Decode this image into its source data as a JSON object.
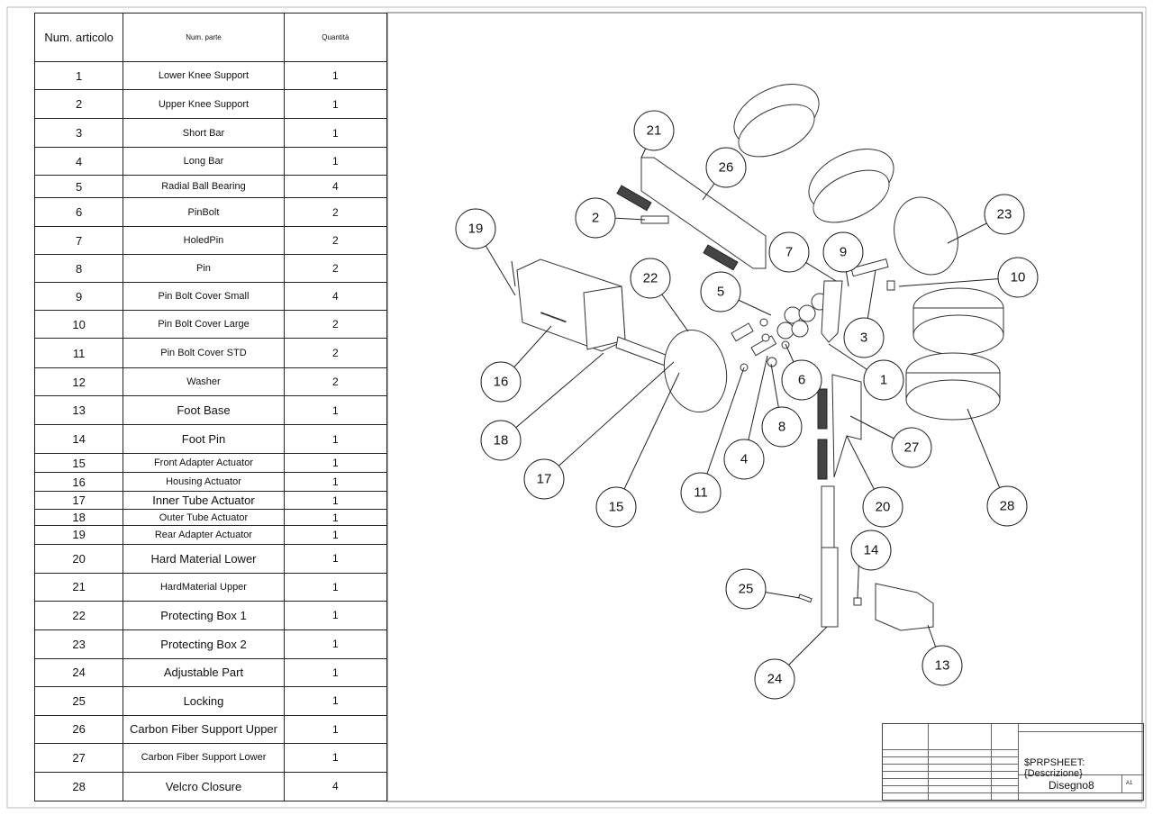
{
  "bom": {
    "headers": {
      "item": "Num. articolo",
      "part": "Num. parte",
      "qty": "Quantità"
    },
    "rows": [
      {
        "num": "1",
        "part": "Lower Knee Support",
        "qty": "1"
      },
      {
        "num": "2",
        "part": "Upper Knee Support",
        "qty": "1"
      },
      {
        "num": "3",
        "part": "Short Bar",
        "qty": "1"
      },
      {
        "num": "4",
        "part": "Long Bar",
        "qty": "1"
      },
      {
        "num": "5",
        "part": "Radial Ball Bearing",
        "qty": "4"
      },
      {
        "num": "6",
        "part": "PinBolt",
        "qty": "2"
      },
      {
        "num": "7",
        "part": "HoledPin",
        "qty": "2"
      },
      {
        "num": "8",
        "part": "Pin",
        "qty": "2"
      },
      {
        "num": "9",
        "part": "Pin Bolt Cover Small",
        "qty": "4"
      },
      {
        "num": "10",
        "part": "Pin Bolt Cover Large",
        "qty": "2"
      },
      {
        "num": "11",
        "part": "Pin Bolt Cover STD",
        "qty": "2"
      },
      {
        "num": "12",
        "part": "Washer",
        "qty": "2"
      },
      {
        "num": "13",
        "part": "Foot Base",
        "qty": "1"
      },
      {
        "num": "14",
        "part": "Foot Pin",
        "qty": "1"
      },
      {
        "num": "15",
        "part": "Front Adapter Actuator",
        "qty": "1"
      },
      {
        "num": "16",
        "part": "Housing Actuator",
        "qty": "1"
      },
      {
        "num": "17",
        "part": "Inner Tube Actuator",
        "qty": "1"
      },
      {
        "num": "18",
        "part": "Outer Tube Actuator",
        "qty": "1"
      },
      {
        "num": "19",
        "part": "Rear Adapter Actuator",
        "qty": "1"
      },
      {
        "num": "20",
        "part": "Hard Material Lower",
        "qty": "1"
      },
      {
        "num": "21",
        "part": "HardMaterial Upper",
        "qty": "1"
      },
      {
        "num": "22",
        "part": "Protecting Box 1",
        "qty": "1"
      },
      {
        "num": "23",
        "part": "Protecting Box 2",
        "qty": "1"
      },
      {
        "num": "24",
        "part": "Adjustable Part",
        "qty": "1"
      },
      {
        "num": "25",
        "part": "Locking",
        "qty": "1"
      },
      {
        "num": "26",
        "part": "Carbon Fiber Support Upper",
        "qty": "1"
      },
      {
        "num": "27",
        "part": "Carbon Fiber Support Lower",
        "qty": "1"
      },
      {
        "num": "28",
        "part": "Velcro Closure",
        "qty": "4"
      }
    ]
  },
  "balloons": [
    "1",
    "2",
    "3",
    "4",
    "5",
    "6",
    "7",
    "8",
    "9",
    "10",
    "11",
    "13",
    "14",
    "15",
    "16",
    "17",
    "18",
    "19",
    "20",
    "21",
    "22",
    "23",
    "24",
    "25",
    "26",
    "27",
    "28"
  ],
  "title_block": {
    "description": "$PRPSHEET:{Descrizione}",
    "drawing_name": "Disegno8",
    "sheet_size": "A1"
  }
}
